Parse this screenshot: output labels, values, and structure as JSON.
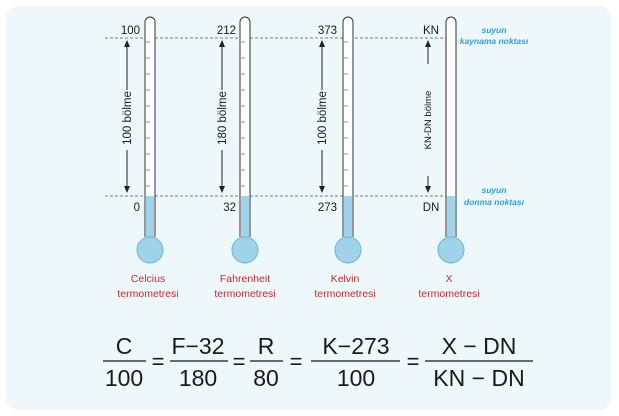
{
  "thermometers": [
    {
      "top": "100",
      "bottom": "0",
      "divisions": "100 bölme",
      "name1": "Celcius",
      "name2": "termometresi"
    },
    {
      "top": "212",
      "bottom": "32",
      "divisions": "180 bölme",
      "name1": "Fahrenheit",
      "name2": "termometresi"
    },
    {
      "top": "373",
      "bottom": "273",
      "divisions": "100 bölme",
      "name1": "Kelvin",
      "name2": "termometresi"
    },
    {
      "top": "KN",
      "bottom": "DN",
      "divisions": "KN-DN bölme",
      "name1": "X",
      "name2": "termometresi"
    }
  ],
  "labels": {
    "boiling_1": "suyun",
    "boiling_2": "kaynama noktası",
    "freezing_1": "suyun",
    "freezing_2": "donma noktası"
  },
  "formula": [
    {
      "num": "C",
      "den": "100"
    },
    {
      "num": "F−32",
      "den": "180"
    },
    {
      "num": "R",
      "den": "80"
    },
    {
      "num": "K−273",
      "den": "100"
    },
    {
      "num": "X − DN",
      "den": "KN − DN"
    }
  ],
  "equals": "="
}
